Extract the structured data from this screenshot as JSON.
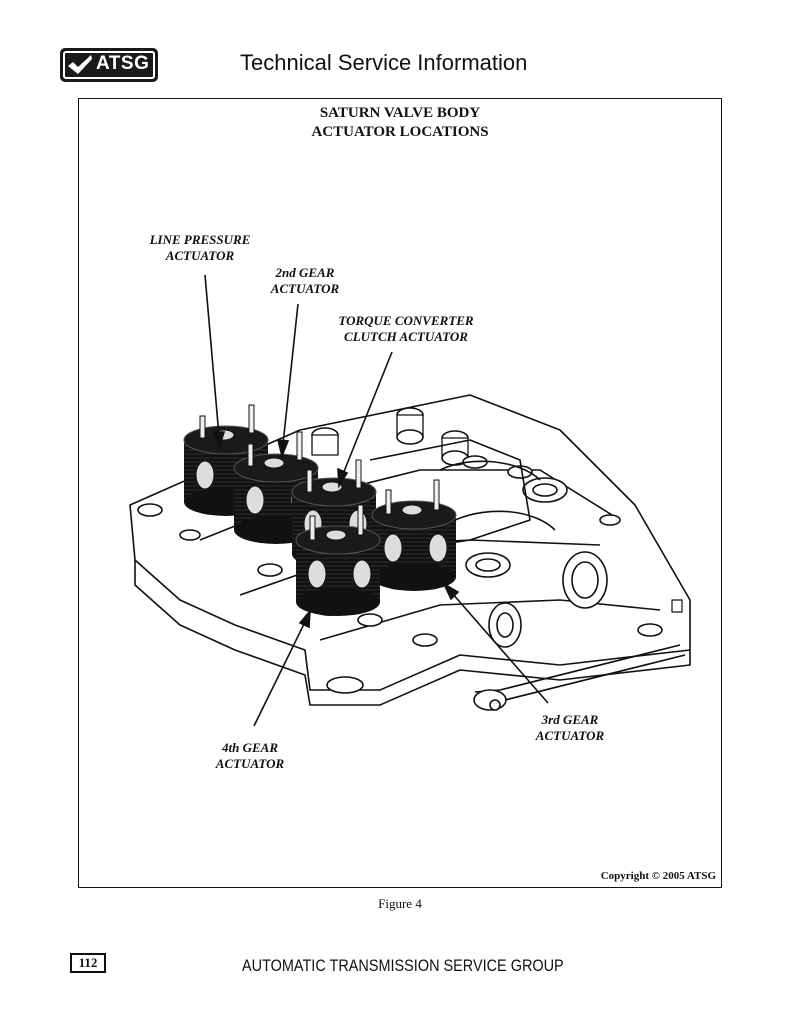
{
  "header": {
    "logo_text": "ATSG",
    "title": "Technical Service Information"
  },
  "figure": {
    "title_line1": "SATURN VALVE BODY",
    "title_line2": "ACTUATOR LOCATIONS",
    "callouts": {
      "line_pressure": [
        "LINE PRESSURE",
        "ACTUATOR"
      ],
      "second_gear": [
        "2nd GEAR",
        "ACTUATOR"
      ],
      "tcc": [
        "TORQUE CONVERTER",
        "CLUTCH ACTUATOR"
      ],
      "third_gear": [
        "3rd GEAR",
        "ACTUATOR"
      ],
      "fourth_gear": [
        "4th GEAR",
        "ACTUATOR"
      ]
    },
    "copyright": "Copyright © 2005 ATSG",
    "caption": "Figure 4"
  },
  "footer": {
    "page_number": "112",
    "text": "AUTOMATIC TRANSMISSION SERVICE GROUP"
  }
}
